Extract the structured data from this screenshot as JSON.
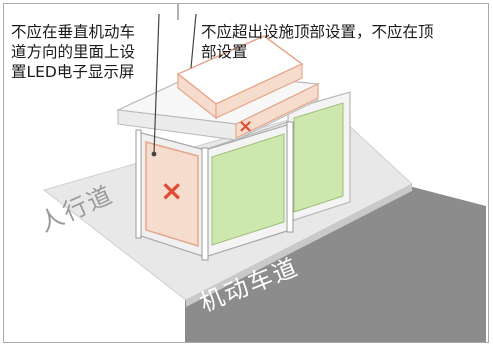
{
  "notes": {
    "left": "不应在垂直机动车道方向的里面上设置LED电子显示屏",
    "top": "不应超出设施顶部设置，不应在顶部设置"
  },
  "labels": {
    "sidewalk": "人行道",
    "motor_lane": "机动车道"
  },
  "marks": {
    "cross": "×"
  },
  "colors": {
    "road": "#8c8c8c",
    "sidewalk": "#e8e8e8",
    "top_panel_fill": "#f6dccd",
    "top_panel_edge": "#e6a68a",
    "glass": "#cde7ad",
    "cross": "#e24a33",
    "frame": "#f4f4f4"
  }
}
